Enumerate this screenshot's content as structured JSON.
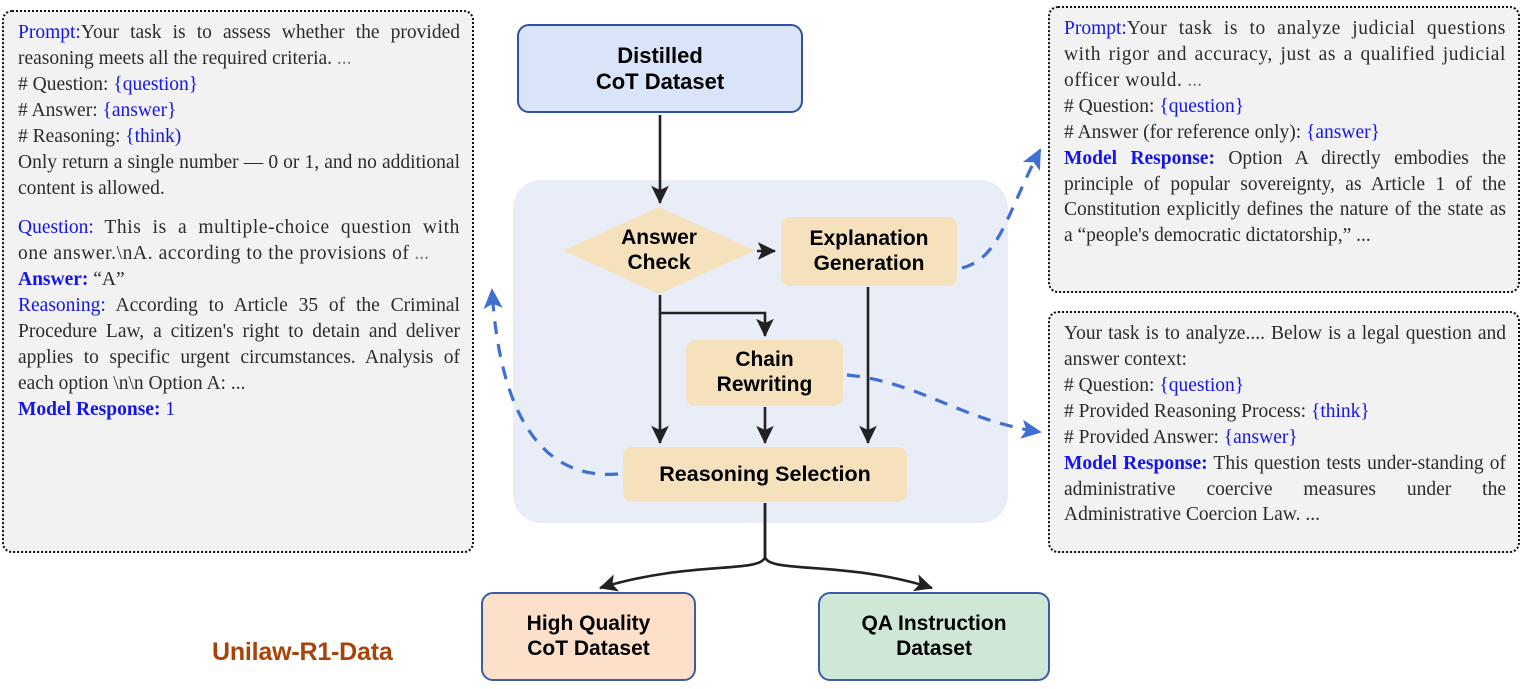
{
  "caption": "Unilaw-R1-Data",
  "colors": {
    "panel_bg": "#f2f2f2",
    "panel_border": "#111111",
    "flow_container_bg": "#e8edf7",
    "node_blue_bg": "#dae4f8",
    "node_blue_border": "#2f51a0",
    "node_tan_bg": "#f5e2bd",
    "node_peach_bg": "#fde0c9",
    "node_green_bg": "#cfe8d5",
    "arrow_solid": "#222222",
    "arrow_dashed": "#3f6fd1",
    "accent_blue_text": "#1414f0",
    "caption_color": "#a8430a"
  },
  "flow": {
    "input_node": {
      "line1": "Distilled",
      "line2": "CoT Dataset"
    },
    "stages": {
      "answer_check": {
        "line1": "Answer",
        "line2": "Check"
      },
      "explanation_generation": {
        "line1": "Explanation",
        "line2": "Generation"
      },
      "chain_rewriting": {
        "line1": "Chain",
        "line2": "Rewriting"
      },
      "reasoning_selection": {
        "line1": "Reasoning Selection"
      }
    },
    "outputs": [
      {
        "line1": "High Quality",
        "line2": "CoT Dataset"
      },
      {
        "line1": "QA Instruction",
        "line2": "Dataset"
      }
    ]
  },
  "panels": {
    "left": {
      "prompt_label": "Prompt:",
      "prompt_body": "Your task is to assess whether the provided reasoning meets all the required criteria.",
      "prompt_ellipsis": "...",
      "field_question_label": "# Question:",
      "field_question_value": "{question}",
      "field_answer_label": "# Answer:",
      "field_answer_value": "{answer}",
      "field_reasoning_label": "# Reasoning:",
      "field_reasoning_value": "{think)",
      "prompt_tail": "Only return a single number — 0 or 1, and no additional content is allowed.",
      "question_label": "Question:",
      "question_value": "This is a multiple-choice question with one answer.\\nA. according to the provisions of",
      "question_ellipsis": "...",
      "answer_label": "Answer:",
      "answer_value": "“A”",
      "reasoning_label": "Reasoning:",
      "reasoning_value": "According to Article 35 of the Criminal Procedure Law, a citizen's right to detain and deliver applies to specific urgent circumstances. Analysis of each option \\n\\n Option A: ...",
      "model_response_label": "Model Response:",
      "model_response_value": "1"
    },
    "top_right": {
      "prompt_label": "Prompt:",
      "prompt_body": "Your task is to analyze judicial questions with rigor and accuracy, just as a qualified judicial officer would.",
      "prompt_ellipsis": "...",
      "field_question_label": "# Question:",
      "field_question_value": "{question}",
      "field_answer_label": "# Answer (for reference only):",
      "field_answer_value": "{answer}",
      "model_response_label": "Model Response:",
      "model_response_value": "Option A directly embodies the principle of popular sovereignty, as Article 1 of the Constitution explicitly defines the nature of the state as a “people's democratic dictatorship,” ..."
    },
    "bottom_right": {
      "prompt_body": "Your task is to analyze.... Below is a legal question and answer context:",
      "field_question_label": "# Question:",
      "field_question_value": "{question}",
      "field_reasoning_label": "# Provided Reasoning Process:",
      "field_reasoning_value": "{think}",
      "field_answer_label": "# Provided Answer:",
      "field_answer_value": "{answer}",
      "model_response_label": "Model Response:",
      "model_response_value": "This question tests under-standing of administrative coercive measures under the Administrative Coercion Law. ..."
    }
  }
}
